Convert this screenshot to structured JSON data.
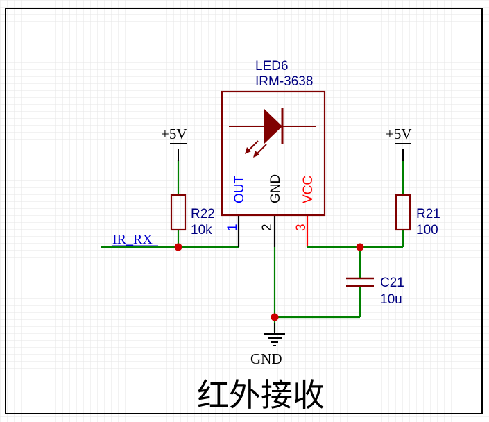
{
  "title": "红外接收",
  "colors": {
    "wire": "#008000",
    "component": "#800000",
    "label": "#000080",
    "junction": "#cc0000",
    "grid": "#e6e6e6",
    "border": "#000000"
  },
  "led": {
    "designator": "LED6",
    "value": "IRM-3638"
  },
  "pins": [
    {
      "name": "OUT",
      "number": "1",
      "color": "#0000ff"
    },
    {
      "name": "GND",
      "number": "2",
      "color": "#000000"
    },
    {
      "name": "VCC",
      "number": "3",
      "color": "#ff0000"
    }
  ],
  "resistors": [
    {
      "designator": "R22",
      "value": "10k"
    },
    {
      "designator": "R21",
      "value": "100"
    }
  ],
  "capacitor": {
    "designator": "C21",
    "value": "10u"
  },
  "power_left": "+5V",
  "power_right": "+5V",
  "ground": "GND",
  "net_label": "IR_RX"
}
